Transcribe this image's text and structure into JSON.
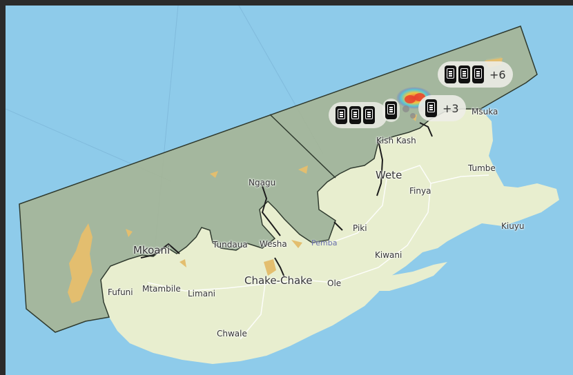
{
  "map": {
    "colors": {
      "water": "#8ecbea",
      "land": "#e8eecf",
      "reserve_overlay": "#a8b491",
      "mangrove": "#e3be6f",
      "heat_core": "#e8412f",
      "heat_mid": "#f6c63a",
      "heat_outer": "#5d56d8"
    },
    "places": [
      {
        "id": "mkoani",
        "name": "Mkoani",
        "kind": "city"
      },
      {
        "id": "chake-chake",
        "name": "Chake-Chake",
        "kind": "city"
      },
      {
        "id": "wete",
        "name": "Wete",
        "kind": "city"
      },
      {
        "id": "fufuni",
        "name": "Fufuni",
        "kind": "town"
      },
      {
        "id": "mtambile",
        "name": "Mtambile",
        "kind": "town"
      },
      {
        "id": "limani",
        "name": "Limani",
        "kind": "town"
      },
      {
        "id": "chwale",
        "name": "Chwale",
        "kind": "town"
      },
      {
        "id": "ole",
        "name": "Ole",
        "kind": "town"
      },
      {
        "id": "kiwani",
        "name": "Kiwani",
        "kind": "town"
      },
      {
        "id": "piki",
        "name": "Piki",
        "kind": "town"
      },
      {
        "id": "finya",
        "name": "Finya",
        "kind": "town"
      },
      {
        "id": "tumbe",
        "name": "Tumbe",
        "kind": "town"
      },
      {
        "id": "kiuyu",
        "name": "Kiuyu",
        "kind": "town"
      },
      {
        "id": "msuka",
        "name": "Msuka",
        "kind": "town"
      },
      {
        "id": "kish-kash",
        "name": "Kish Kash",
        "kind": "town"
      },
      {
        "id": "ngagu",
        "name": "Ngagu",
        "kind": "town"
      },
      {
        "id": "tundaua",
        "name": "Tundaua",
        "kind": "town"
      },
      {
        "id": "wesha",
        "name": "Wesha",
        "kind": "town"
      },
      {
        "id": "pemba",
        "name": "Pemba",
        "kind": "water"
      }
    ],
    "clusters": [
      {
        "id": "cluster-northeast",
        "marker_icon": "phone-icon",
        "visible_markers": 3,
        "count_label": "+6"
      },
      {
        "id": "cluster-center",
        "marker_icon": "phone-icon",
        "visible_markers": 1,
        "count_label": "+3"
      },
      {
        "id": "cluster-west",
        "marker_icon": "phone-icon",
        "visible_markers": 3,
        "count_label": ""
      }
    ],
    "single_markers": [
      {
        "id": "marker-heat-left",
        "icon": "phone-icon"
      }
    ]
  }
}
